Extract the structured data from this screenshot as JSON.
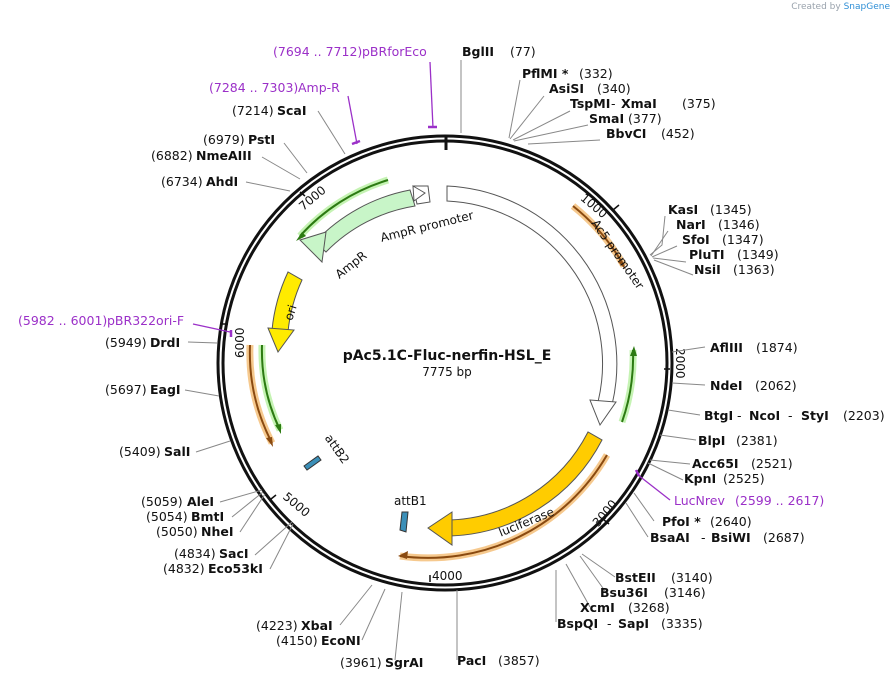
{
  "credit": {
    "created_by": "Created by",
    "brand": "SnapGene"
  },
  "plasmid": {
    "name": "pAc5.1C-Fluc-nerfin-HSL_E",
    "length_label": "7775 bp"
  },
  "tick_labels": [
    "1000",
    "2000",
    "3000",
    "4000",
    "5000",
    "6000",
    "7000"
  ],
  "colors": {
    "backbone": "#111111",
    "primer": "#9b30c8",
    "yellow": "#ffeb00",
    "orange": "#ffcc00",
    "green_arrow": "#c8f5c8"
  },
  "sites_right": [
    {
      "name": "BglII",
      "pos": "(77)"
    },
    {
      "name": "PflMI *",
      "pos": "(332)"
    },
    {
      "name": "AsiSI",
      "pos": "(340)"
    },
    {
      "name": "TspMI",
      "name2": "XmaI",
      "pos": "(375)"
    },
    {
      "name": "SmaI",
      "pos": "(377)"
    },
    {
      "name": "BbvCI",
      "pos": "(452)"
    },
    {
      "name": "KasI",
      "pos": "(1345)"
    },
    {
      "name": "NarI",
      "pos": "(1346)"
    },
    {
      "name": "SfoI",
      "pos": "(1347)"
    },
    {
      "name": "PluTI",
      "pos": "(1349)"
    },
    {
      "name": "NsiI",
      "pos": "(1363)"
    },
    {
      "name": "AflIII",
      "pos": "(1874)"
    },
    {
      "name": "NdeI",
      "pos": "(2062)"
    },
    {
      "name": "BtgI",
      "name2": "NcoI",
      "name3": "StyI",
      "pos": "(2203)"
    },
    {
      "name": "BlpI",
      "pos": "(2381)"
    },
    {
      "name": "Acc65I",
      "pos": "(2521)"
    },
    {
      "name": "KpnI",
      "pos": "(2525)"
    },
    {
      "name": "PfoI *",
      "pos": "(2640)"
    },
    {
      "name": "BsaAI",
      "name2": "BsiWI",
      "pos": "(2687)"
    },
    {
      "name": "BstEII",
      "pos": "(3140)"
    },
    {
      "name": "Bsu36I",
      "pos": "(3146)"
    },
    {
      "name": "XcmI",
      "pos": "(3268)"
    },
    {
      "name": "BspQI",
      "name2": "SapI",
      "pos": "(3335)"
    },
    {
      "name": "PacI",
      "pos": "(3857)"
    }
  ],
  "sites_left": [
    {
      "name": "ScaI",
      "pos": "(7214)"
    },
    {
      "name": "PstI",
      "pos": "(6979)"
    },
    {
      "name": "NmeAIII",
      "pos": "(6882)"
    },
    {
      "name": "AhdI",
      "pos": "(6734)"
    },
    {
      "name": "DrdI",
      "pos": "(5949)"
    },
    {
      "name": "EagI",
      "pos": "(5697)"
    },
    {
      "name": "SalI",
      "pos": "(5409)"
    },
    {
      "name": "AleI",
      "pos": "(5059)"
    },
    {
      "name": "BmtI",
      "pos": "(5054)"
    },
    {
      "name": "NheI",
      "pos": "(5050)"
    },
    {
      "name": "SacI",
      "pos": "(4834)"
    },
    {
      "name": "Eco53kI",
      "pos": "(4832)"
    },
    {
      "name": "XbaI",
      "pos": "(4223)"
    },
    {
      "name": "EcoNI",
      "pos": "(4150)"
    },
    {
      "name": "SgrAI",
      "pos": "(3961)"
    }
  ],
  "primers": [
    {
      "name": "pBRforEco",
      "range": "(7694 .. 7712)"
    },
    {
      "name": "Amp-R",
      "range": "(7284 .. 7303)"
    },
    {
      "name": "pBR322ori-F",
      "range": "(5982 .. 6001)"
    },
    {
      "name": "LucNrev",
      "range": "(2599 .. 2617)"
    }
  ],
  "features": {
    "ampr": "AmpR",
    "ampr_promoter": "AmpR promoter",
    "ori": "ori",
    "ac5": "Ac5 promoter",
    "luciferase": "luciferase",
    "attb1": "attB1",
    "attb2": "attB2"
  }
}
